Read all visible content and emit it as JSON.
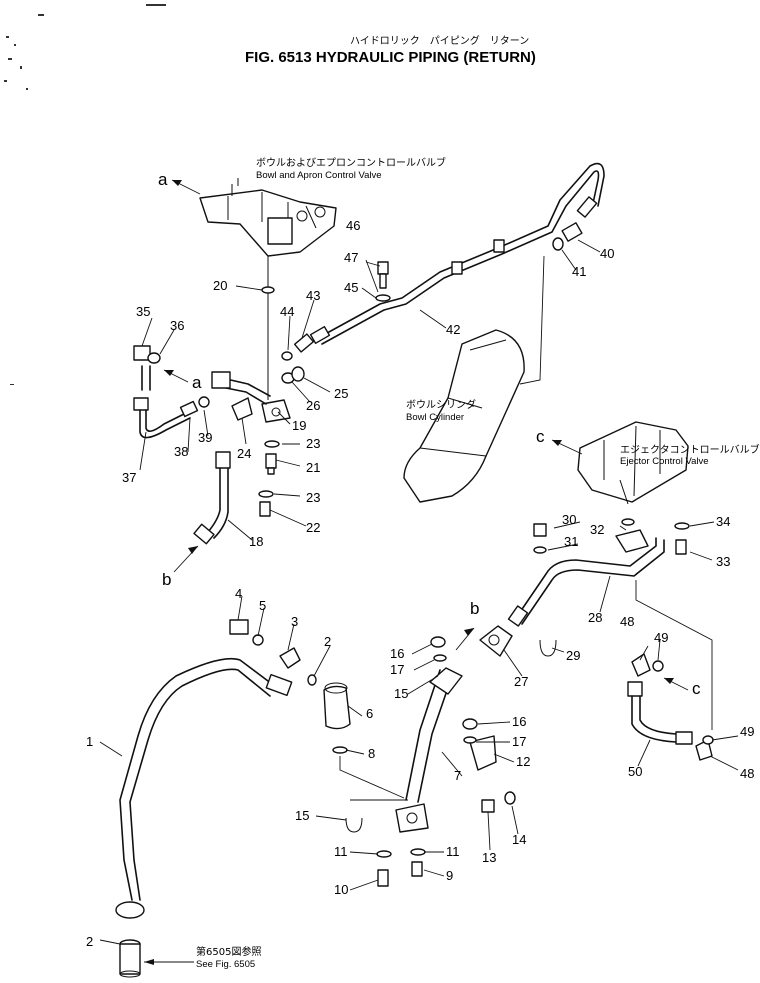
{
  "title": {
    "japanese": "ハイドロリック　パイピング　リターン",
    "english": "FIG. 6513  HYDRAULIC PIPING (RETURN)"
  },
  "labels": {
    "bowl_apron_valve_jp": "ボウルおよびエプロンコントロールバルブ",
    "bowl_apron_valve_en": "Bowl and Apron Control Valve",
    "bowl_cylinder_jp": "ボウルシリンダ",
    "bowl_cylinder_en": "Bowl Cylinder",
    "ejector_valve_jp": "エジェクタコントロールバルブ",
    "ejector_valve_en": "Ejector Control Valve",
    "see_fig_jp": "第6505図参照",
    "see_fig_en": "See Fig. 6505"
  },
  "connectors": [
    "a",
    "a",
    "b",
    "b",
    "c",
    "c"
  ],
  "part_numbers": [
    "1",
    "2",
    "2",
    "3",
    "4",
    "5",
    "6",
    "7",
    "8",
    "9",
    "10",
    "11",
    "11",
    "12",
    "13",
    "14",
    "15",
    "15",
    "16",
    "16",
    "17",
    "17",
    "18",
    "19",
    "20",
    "21",
    "22",
    "23",
    "23",
    "24",
    "25",
    "26",
    "27",
    "28",
    "29",
    "30",
    "31",
    "32",
    "33",
    "34",
    "35",
    "36",
    "37",
    "38",
    "39",
    "40",
    "41",
    "42",
    "43",
    "44",
    "45",
    "46",
    "47",
    "48",
    "48",
    "49",
    "49",
    "50"
  ]
}
